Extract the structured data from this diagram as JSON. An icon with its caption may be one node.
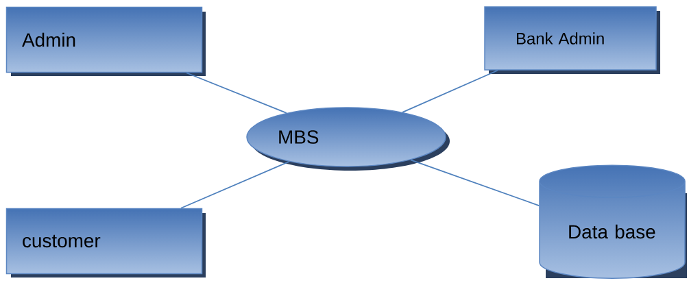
{
  "diagram": {
    "nodes": [
      {
        "text": [
          "Admin"
        ]
      },
      {
        "text": [
          "Bank Admin"
        ]
      },
      {
        "text": [
          "MBS"
        ]
      },
      {
        "text": [
          "customer"
        ]
      },
      {
        "text": [
          "Data base"
        ]
      }
    ],
    "edges": [
      {
        "from": 0,
        "to": 2,
        "arrow": "none"
      },
      {
        "from": 1,
        "to": 2,
        "arrow": "none"
      },
      {
        "from": 3,
        "to": 2,
        "arrow": "none"
      },
      {
        "from": 2,
        "to": 4,
        "arrow": "none"
      }
    ]
  }
}
